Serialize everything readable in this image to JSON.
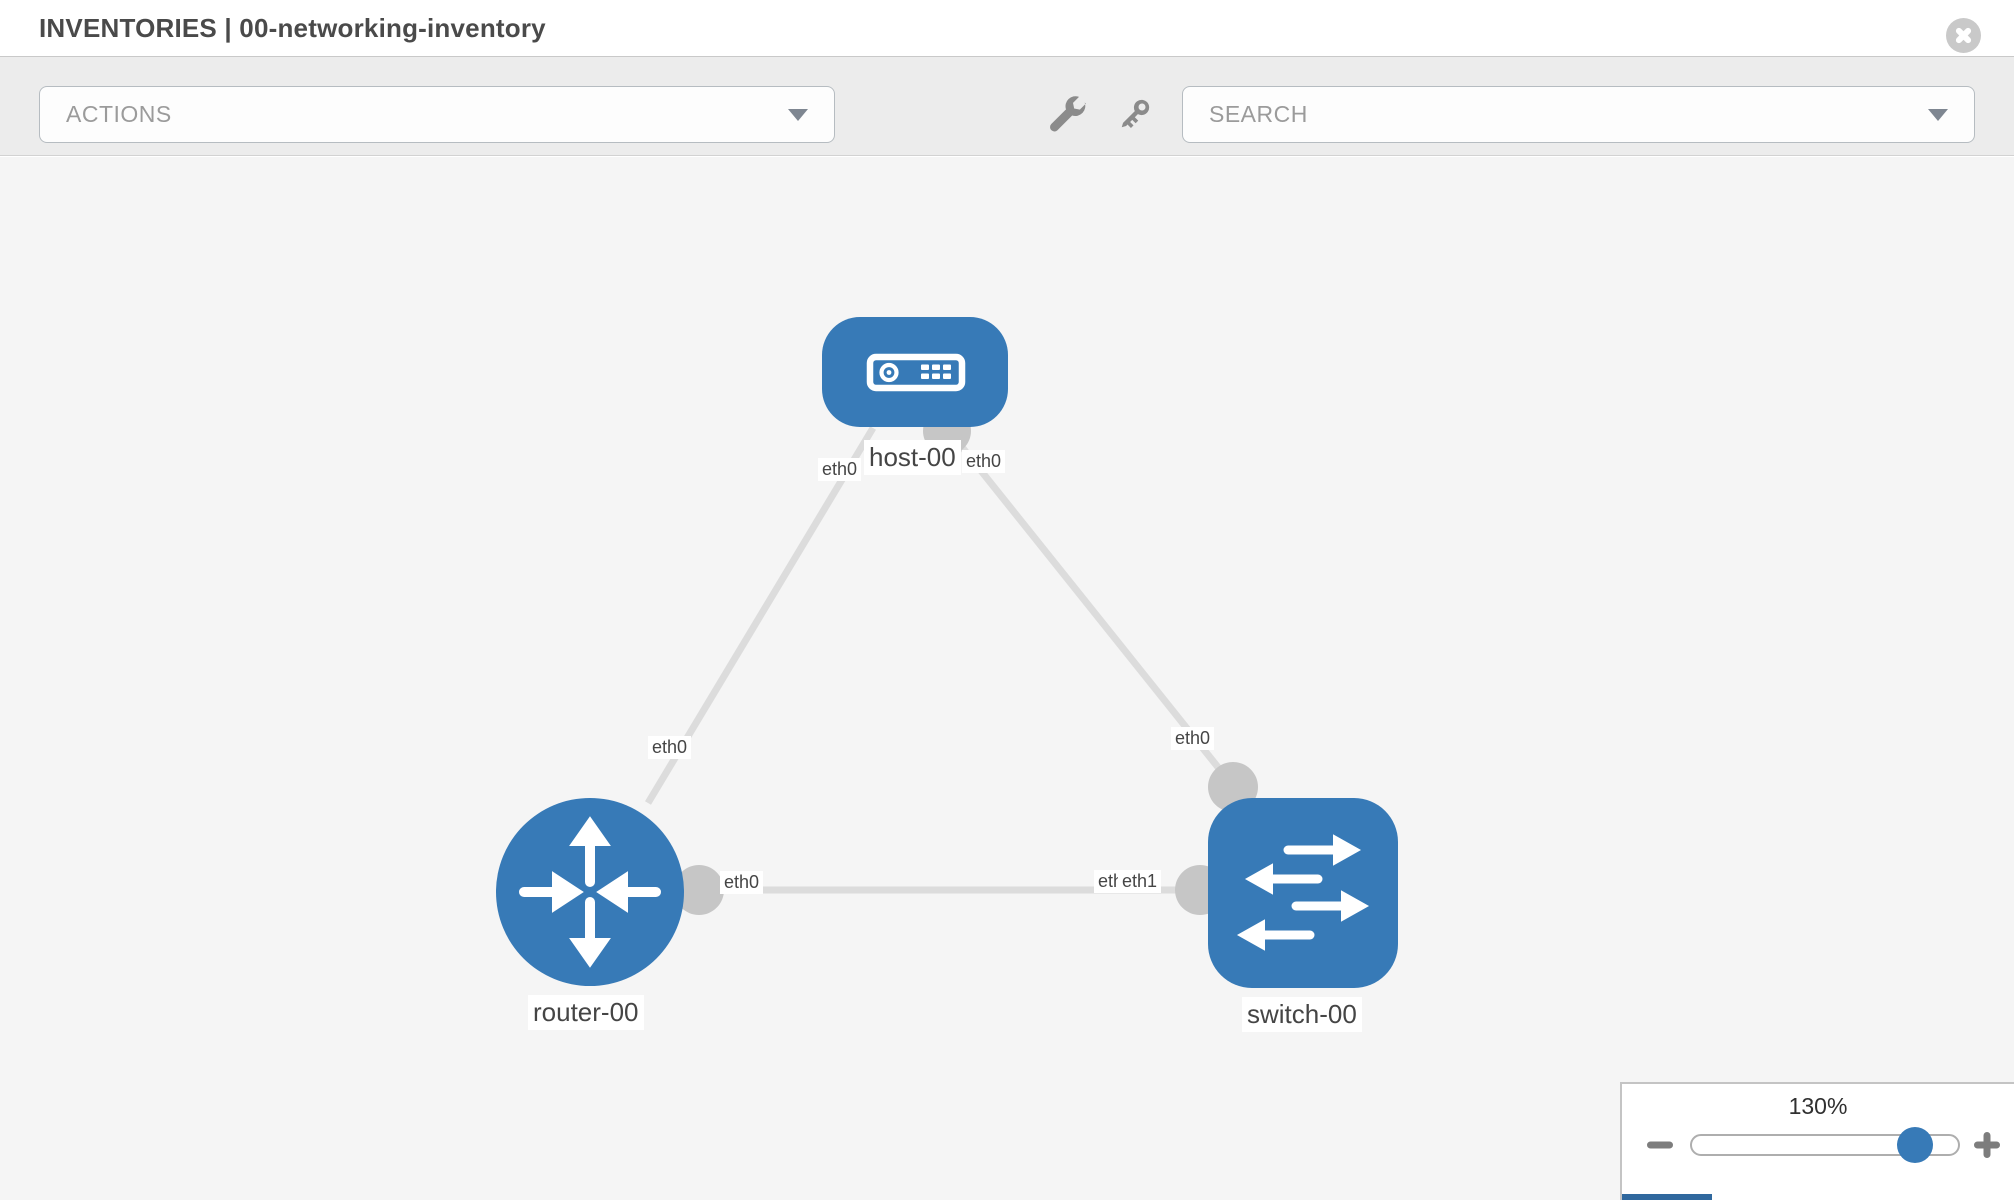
{
  "header": {
    "title": "INVENTORIES | 00-networking-inventory",
    "close_icon": "circle-x"
  },
  "toolbar": {
    "actions_dropdown": {
      "placeholder": "ACTIONS"
    },
    "search_dropdown": {
      "placeholder": "SEARCH"
    },
    "tools": [
      {
        "icon": "wrench-icon"
      },
      {
        "icon": "key-icon"
      }
    ]
  },
  "diagram": {
    "nodes": [
      {
        "label": "host-00",
        "type": "host",
        "icon": "host-icon"
      },
      {
        "label": "router-00",
        "type": "router",
        "icon": "router-icon"
      },
      {
        "label": "switch-00",
        "type": "switch",
        "icon": "switch-icon"
      }
    ],
    "links": [
      {
        "source": "host-00",
        "target": "router-00",
        "source_interface": "eth0",
        "target_interface": "eth0"
      },
      {
        "source": "host-00",
        "target": "switch-00",
        "source_interface": "eth0",
        "target_interface": "eth0"
      },
      {
        "source": "router-00",
        "target": "switch-00",
        "source_interface": "eth0",
        "target_interface": "eth1"
      }
    ],
    "interface_labels": {
      "host_to_router_at_host": "eth0",
      "host_to_switch_at_host": "eth0",
      "host_to_router_at_router": "eth0",
      "host_to_switch_at_switch": "eth0",
      "router_to_switch_at_router": "eth0",
      "router_to_switch_at_switch_under": "eth0",
      "router_to_switch_at_switch": "eth1"
    }
  },
  "zoom_control": {
    "level": "130%"
  },
  "colors": {
    "node_blue": "#377ab7",
    "link_gray": "#dcdcdc",
    "endpoint_gray": "#c6c6c6",
    "canvas_bg": "#f5f5f5",
    "toolbar_bg": "#ececec",
    "accent_strip": "#30689e"
  }
}
